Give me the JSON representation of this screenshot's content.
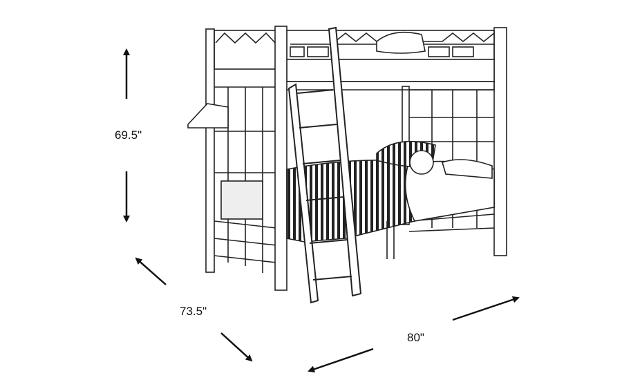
{
  "dimensions": {
    "height": "69.5\"",
    "depth": "73.5\"",
    "width": "80\""
  },
  "colors": {
    "line": "#111111",
    "background": "#ffffff"
  }
}
